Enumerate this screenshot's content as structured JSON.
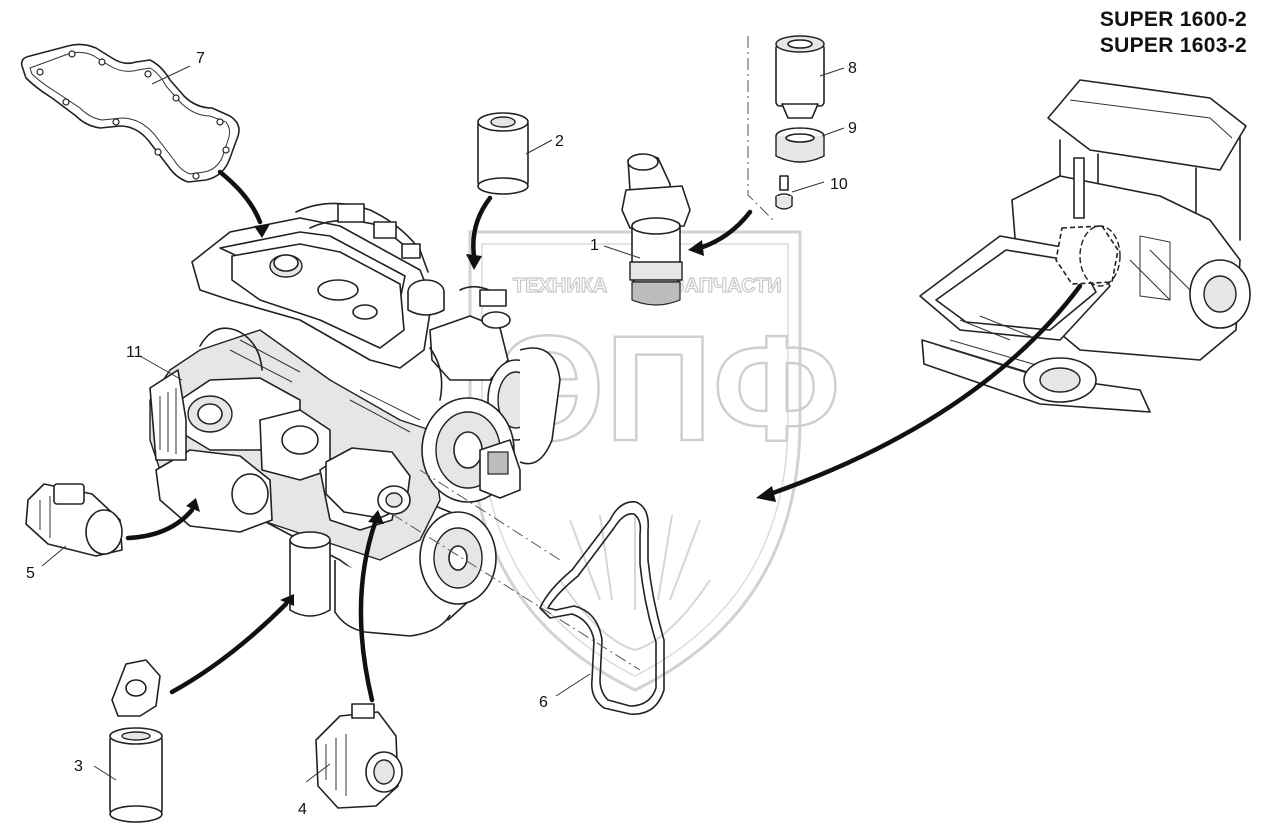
{
  "header": {
    "model_line_1": "SUPER 1600-2",
    "model_line_2": "SUPER 1603-2"
  },
  "watermark": {
    "text_left": "ТЕХНИКА",
    "text_right": "ЗАПЧАСТИ",
    "logo_letters": "ЭПФ"
  },
  "callouts": [
    {
      "id": "1",
      "label": "1"
    },
    {
      "id": "2",
      "label": "2"
    },
    {
      "id": "3",
      "label": "3"
    },
    {
      "id": "4",
      "label": "4"
    },
    {
      "id": "5",
      "label": "5"
    },
    {
      "id": "6",
      "label": "6"
    },
    {
      "id": "7",
      "label": "7"
    },
    {
      "id": "8",
      "label": "8"
    },
    {
      "id": "9",
      "label": "9"
    },
    {
      "id": "10",
      "label": "10"
    },
    {
      "id": "11",
      "label": "11"
    }
  ],
  "icons": {
    "engine": "engine-assembly-icon",
    "paver": "asphalt-paver-icon"
  }
}
